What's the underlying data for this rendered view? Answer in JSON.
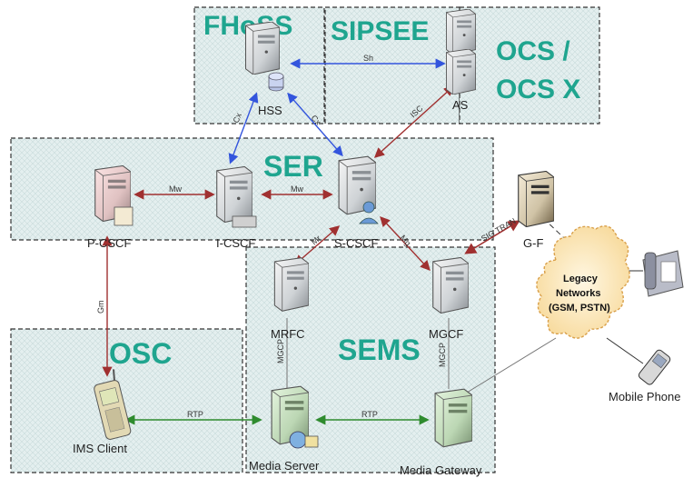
{
  "colors": {
    "region_label": "#1fa58f",
    "link_diameter": "#3355dd",
    "link_sip": "#a03030",
    "link_rtp": "#2e8b2e",
    "link_misc": "#555555",
    "cloud": "#fbe9bf"
  },
  "regions": {
    "fhoss": "FHoSS",
    "sipsee": "SIPSEE",
    "ocs": "OCS /",
    "ocs_x": "OCS X",
    "ser": "SER",
    "osc": "OSC",
    "sems": "SEMS"
  },
  "nodes": {
    "hss": "HSS",
    "as": "AS",
    "pcscf": "P-CSCF",
    "icscf": "I-CSCF",
    "scscf": "S-CSCF",
    "gf": "G-F",
    "mrfc": "MRFC",
    "mgcf": "MGCF",
    "ims_client": "IMS Client",
    "media_server": "Media Server",
    "media_gateway": "Media Gateway",
    "mobile_phone": "Mobile Phone"
  },
  "cloud": {
    "line1": "Legacy",
    "line2": "Networks",
    "line3": "(GSM, PSTN)"
  },
  "links": {
    "sh": "Sh",
    "cx_i": "Cx",
    "cx_s": "Cx",
    "isc": "ISC",
    "mw_pi": "Mw",
    "mw_is": "Mw",
    "mr": "Mr",
    "mg": "Mg",
    "sig_tran": "SIG TRAN",
    "gm": "Gm",
    "mgcp_ms": "MGCP",
    "mgcp_mg": "MGCP",
    "rtp_client": "RTP",
    "rtp_gw": "RTP"
  },
  "icons": {
    "server": "server-tower-icon",
    "phone": "desk-phone-icon",
    "mobile": "mobile-phone-icon",
    "handset": "mobile-handset-icon",
    "cloud": "cloud-icon"
  }
}
